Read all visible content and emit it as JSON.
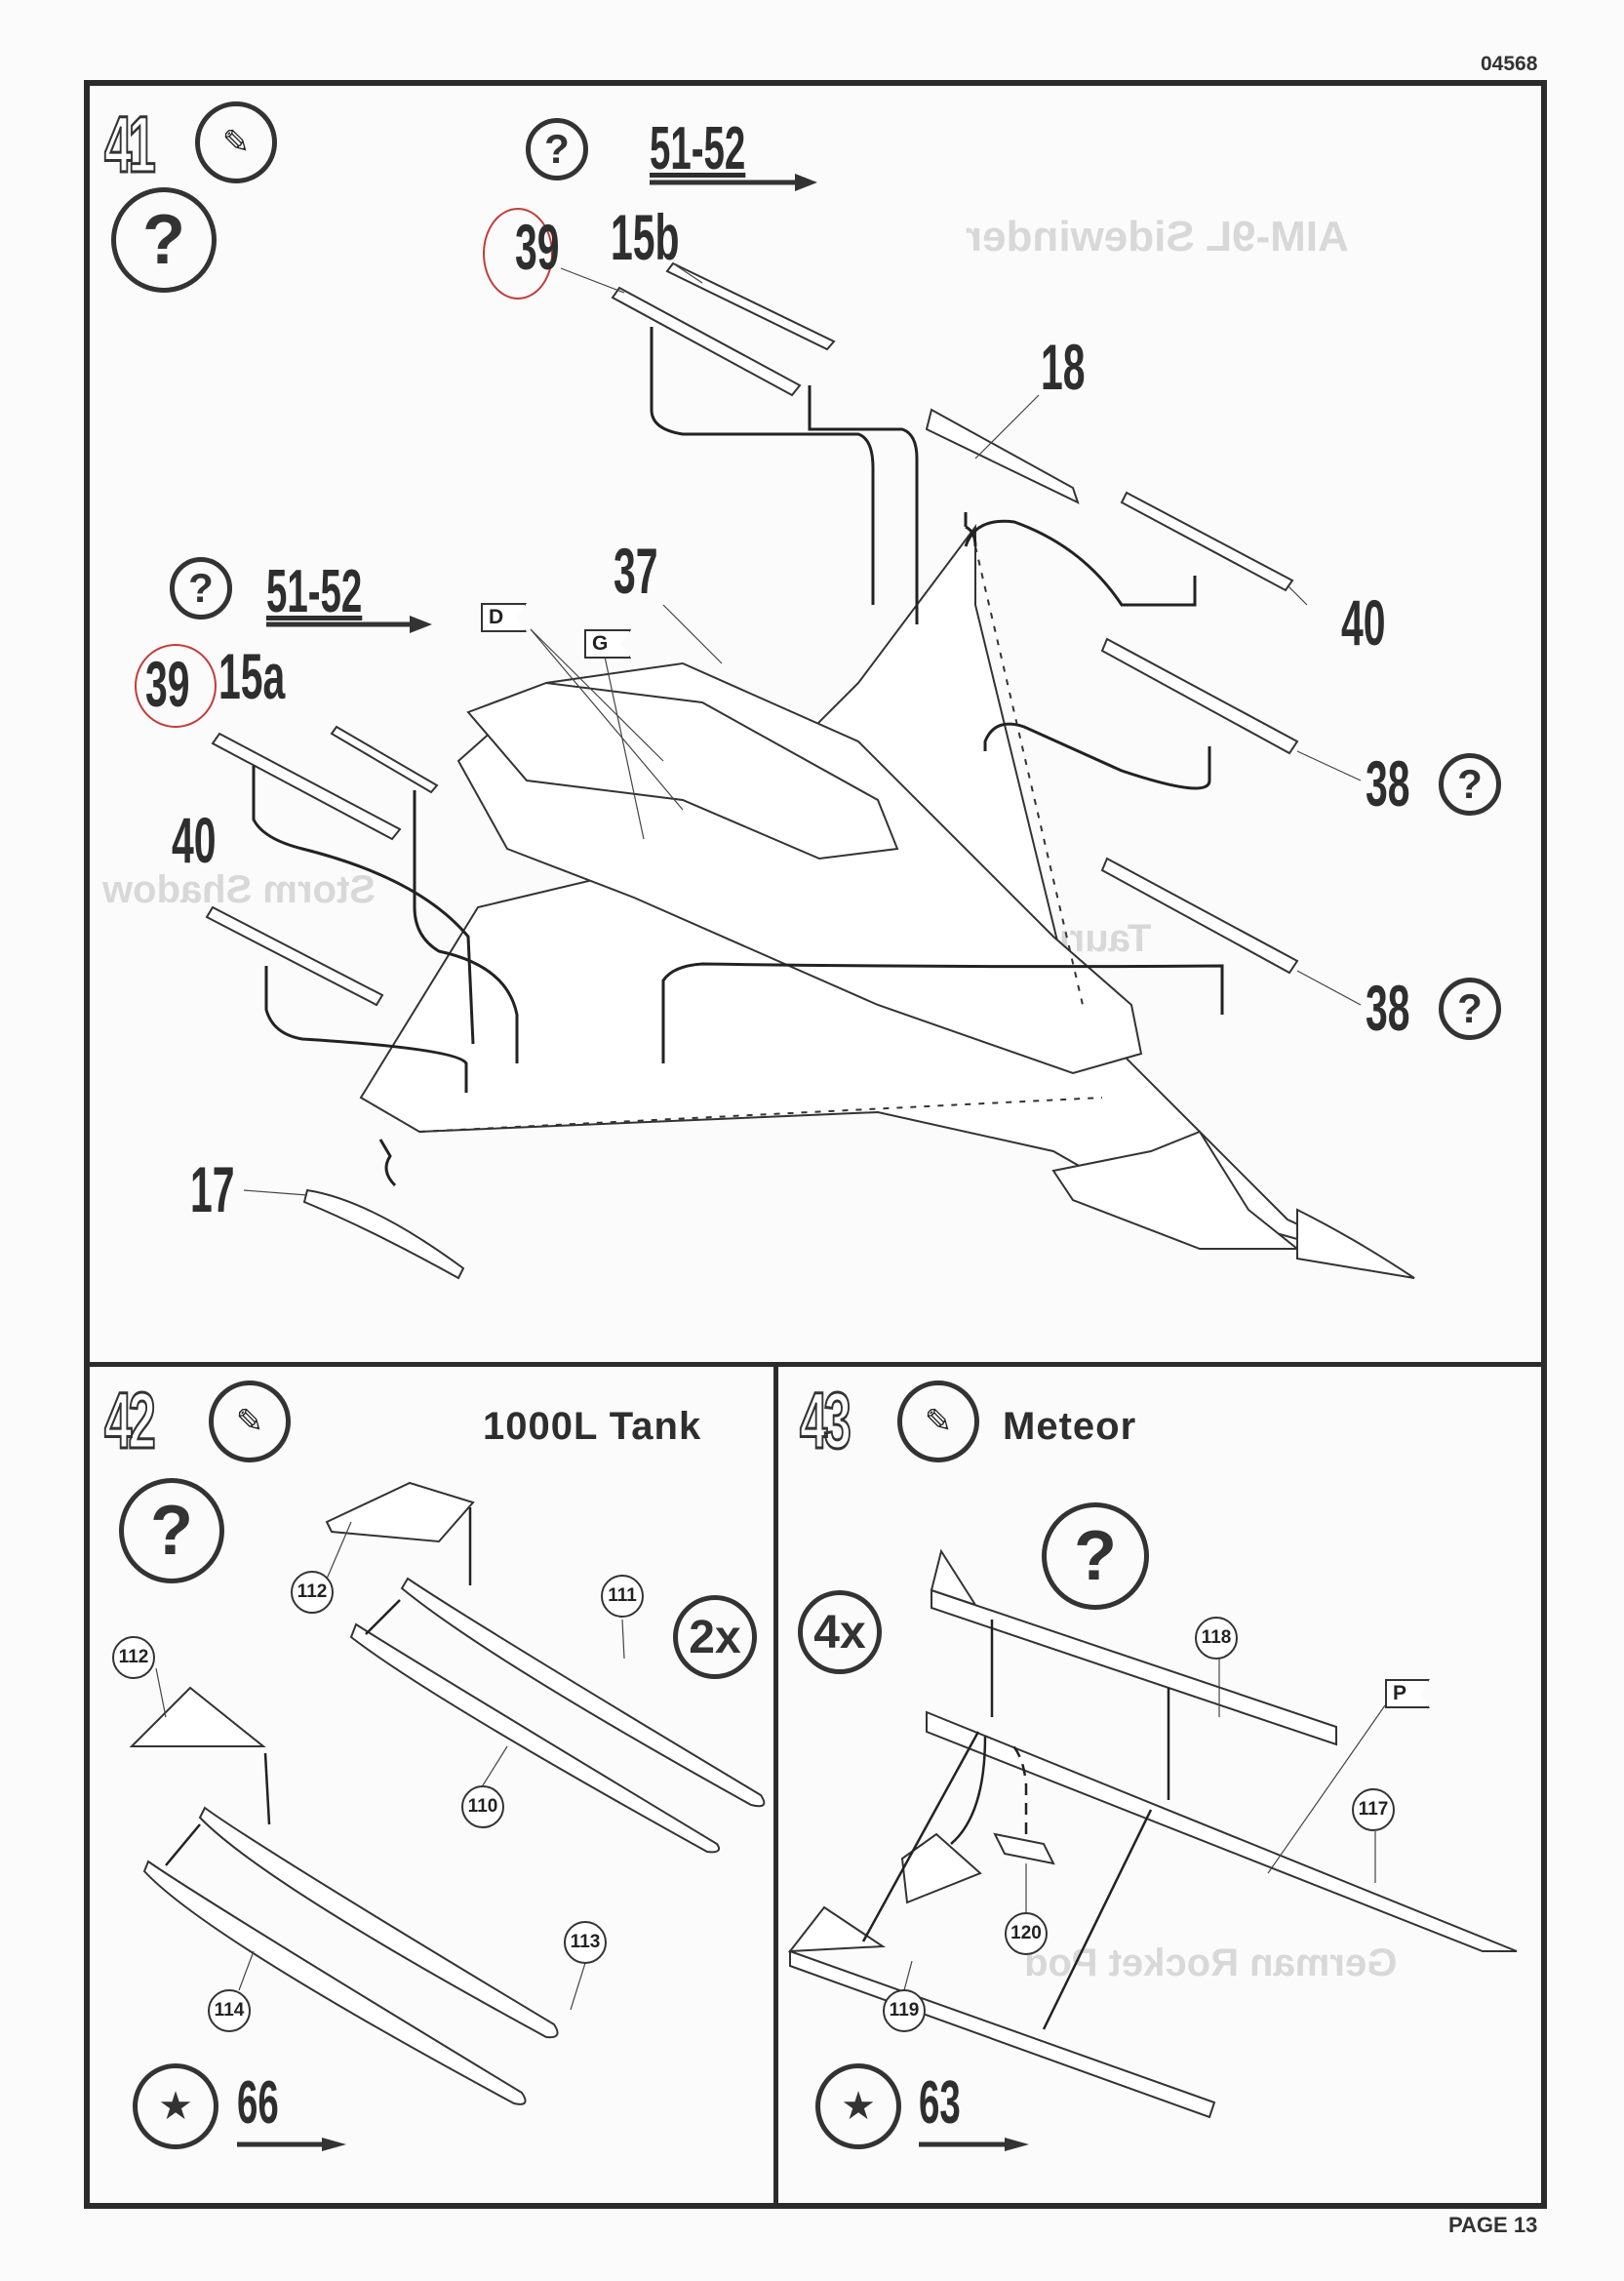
{
  "page": {
    "code": "04568",
    "page_label": "PAGE 13"
  },
  "bleed_through": {
    "title_1": "AIM-9L Sidewinder",
    "title_2": "Taurus",
    "title_3": "Storm Shadow",
    "title_4": "German Rocket Pod"
  },
  "step41": {
    "number": "41",
    "glue_icon": "glue-tube-icon",
    "optional_icon": "?",
    "upper_option": {
      "question": "?",
      "ref": "51-52",
      "parts": [
        "39",
        "15b"
      ]
    },
    "lower_option": {
      "question": "?",
      "ref": "51-52",
      "parts": [
        "39",
        "15a"
      ]
    },
    "labels": {
      "p18": "18",
      "p37": "37",
      "p40_left": "40",
      "p40_right": "40",
      "p17": "17",
      "p38_a": "38",
      "p38_b": "38",
      "q": "?"
    },
    "flags": {
      "d": "D",
      "g": "G"
    }
  },
  "step42": {
    "number": "42",
    "title": "1000L Tank",
    "question": "?",
    "multiplier": "2x",
    "parts": {
      "a": "112",
      "b": "111",
      "c": "112",
      "d": "110",
      "e": "113",
      "f": "114"
    },
    "paint_ref": "66"
  },
  "step43": {
    "number": "43",
    "title": "Meteor",
    "question": "?",
    "multiplier": "4x",
    "parts": {
      "a": "118",
      "b": "117",
      "c": "120",
      "d": "119"
    },
    "flag": "P",
    "paint_ref": "63"
  }
}
